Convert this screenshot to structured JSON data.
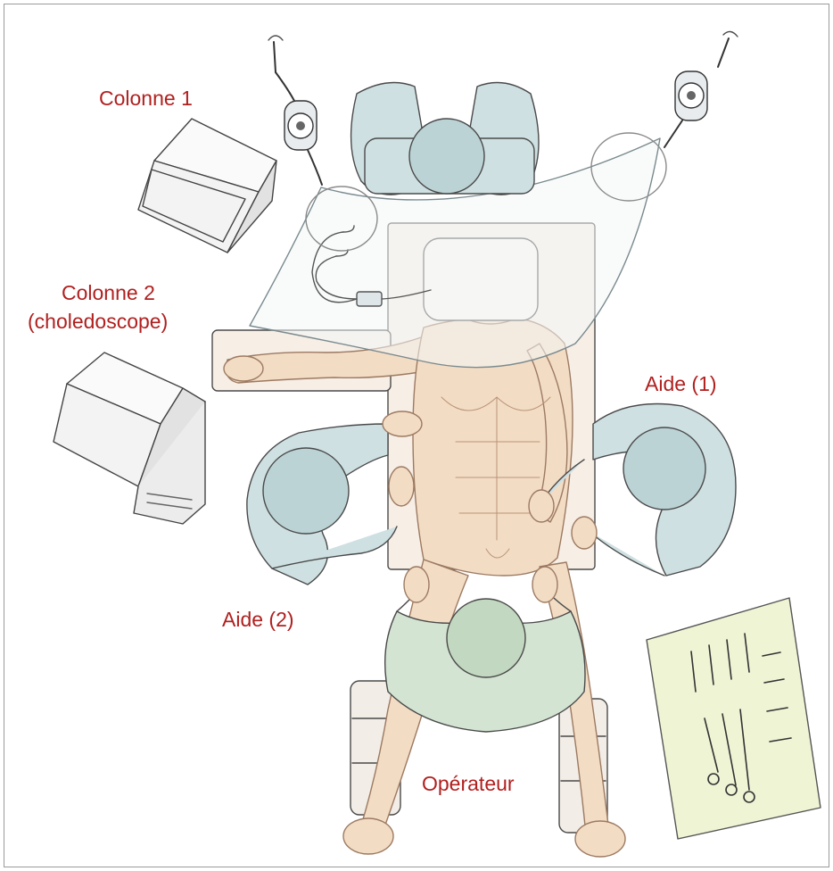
{
  "labels": {
    "colonne1": "Colonne 1",
    "colonne2_line1": "Colonne 2",
    "colonne2_line2": "(choledoscope)",
    "aide1": "Aide (1)",
    "aide2": "Aide (2)",
    "operateur": "Opérateur"
  },
  "colors": {
    "label": "#b0201f",
    "surgeon_gown": "#cfe0e2",
    "operator_gown": "#d4e4d2",
    "patient_skin": "#f3dcc4",
    "table": "#f7eee6",
    "instrument_tray": "#eef4d4",
    "outline": "#4a4a4a"
  }
}
